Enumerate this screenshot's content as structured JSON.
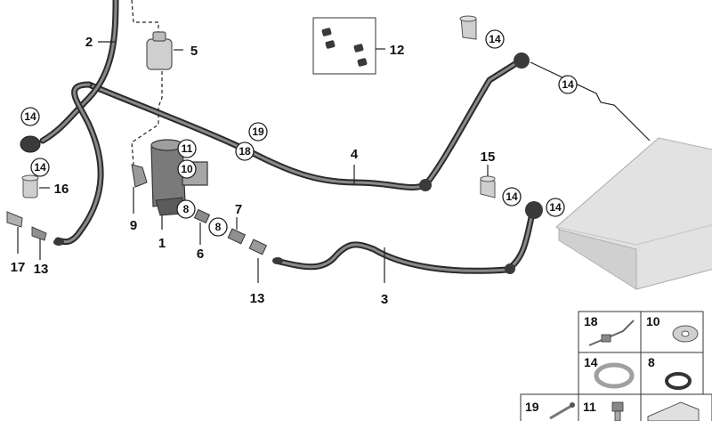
{
  "diagram": {
    "labels": {
      "l1": "1",
      "l2": "2",
      "l3": "3",
      "l4": "4",
      "l5": "5",
      "l6": "6",
      "l7": "7",
      "l9": "9",
      "l12": "12",
      "l13a": "13",
      "l13b": "13",
      "l15": "15",
      "l16": "16",
      "l17": "17"
    },
    "callouts": {
      "c14_topright": "14",
      "c14_upperright": "14",
      "c14_left1": "14",
      "c14_left2": "14",
      "c14_mid": "14",
      "c14_right": "14",
      "c19": "19",
      "c18": "18",
      "c11": "11",
      "c10": "10",
      "c8a": "8",
      "c8b": "8"
    },
    "legend": {
      "t18": "18",
      "t10": "10",
      "t14": "14",
      "t8": "8",
      "t19": "19",
      "t11": "11"
    }
  }
}
